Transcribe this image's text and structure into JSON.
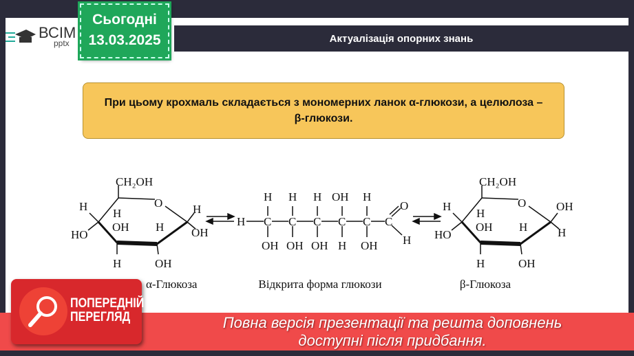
{
  "logo": {
    "brand": "ВСІМ",
    "sub": "pptx"
  },
  "date_badge": {
    "label": "Сьогодні",
    "date": "13.03.2025"
  },
  "slide": {
    "title": "Актуалізація опорних знань",
    "note_line1": "При цьому крохмаль складається з мономерних ланок α-глюкози, а целюлоза –",
    "note_line2": "β-глюкози."
  },
  "diagram": {
    "alpha_atoms": [
      "CH₂OH",
      "O",
      "H",
      "HO",
      "H",
      "OH",
      "H",
      "H",
      "OH",
      "H",
      "OH"
    ],
    "open_atoms": [
      "H",
      "C",
      "C",
      "C",
      "C",
      "C",
      "C",
      "O",
      "H",
      "H",
      "H",
      "H",
      "OH",
      "H",
      "OH",
      "OH",
      "OH",
      "H",
      "OH"
    ],
    "beta_atoms": [
      "CH₂OH",
      "O",
      "H",
      "HO",
      "H",
      "OH",
      "H",
      "OH",
      "H",
      "H",
      "OH"
    ],
    "captions": {
      "alpha": "α-Глюкоза",
      "open": "Відкрита форма глюкози",
      "beta": "β-Глюкоза"
    }
  },
  "preview_badge": {
    "line1": "ПОПЕРЕДНІЙ",
    "line2": "ПЕРЕГЛЯД"
  },
  "banner": {
    "line1": "Повна версія презентації та решта доповнень",
    "line2": "доступні після придбання."
  },
  "colors": {
    "frame": "#2b2b3a",
    "date_green": "#1fa75a",
    "note_yellow": "#f7c65a",
    "banner_red": "#f04a4a"
  }
}
